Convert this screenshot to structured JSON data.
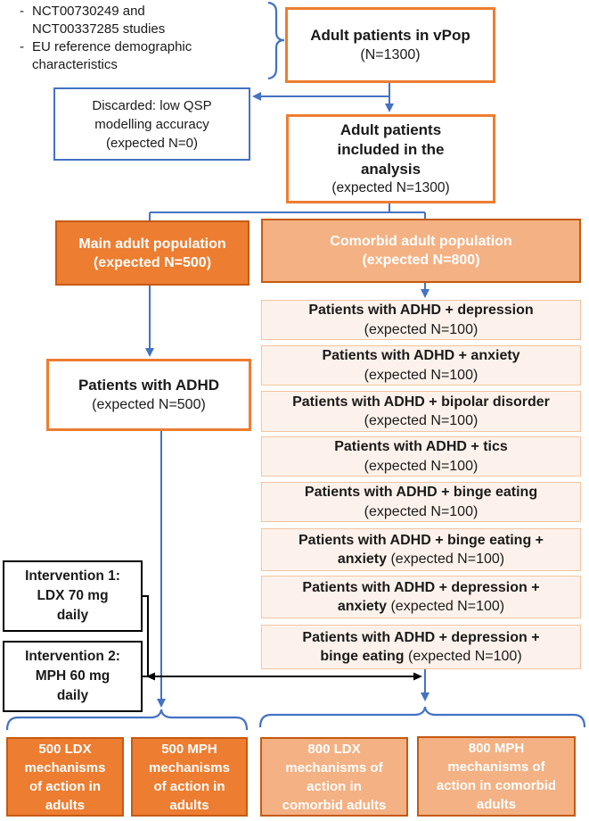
{
  "palette": {
    "orange_fill": "#ED7D31",
    "orange_border_dark": "#C55A11",
    "orange_light_fill": "#F4B183",
    "pale_fill": "#FDF2EB",
    "pale_border": "#F5C3A0",
    "blue": "#4472C4",
    "black": "#000000"
  },
  "notes": {
    "dash": "-",
    "items": [
      "NCT00730249 and\nNCT00337285 studies",
      "EU reference demographic\ncharacteristics"
    ]
  },
  "boxes": {
    "vpop": {
      "title": "Adult patients in vPop",
      "sub": "(N=1300)"
    },
    "discarded": {
      "text": "Discarded: low QSP\nmodelling accuracy\n(expected N=0)"
    },
    "included": {
      "title": "Adult patients\nincluded in the\nanalysis",
      "sub": "(expected N=1300)"
    },
    "main_pop": {
      "title": "Main adult population",
      "sub": "(expected N=500)"
    },
    "comorbid_pop": {
      "title": "Comorbid adult population",
      "sub": "(expected N=800)"
    },
    "adhd": {
      "title": "Patients with ADHD",
      "sub": "(expected N=500)"
    },
    "comorbidities": [
      {
        "bold": "Patients with ADHD + depression",
        "rest": "\n(expected N=100)"
      },
      {
        "bold": "Patients with ADHD + anxiety",
        "rest": "\n(expected N=100)"
      },
      {
        "bold": "Patients with ADHD + bipolar disorder",
        "rest": "\n(expected N=100)"
      },
      {
        "bold": "Patients with ADHD + tics",
        "rest": "\n(expected N=100)"
      },
      {
        "bold": "Patients with ADHD + binge eating",
        "rest": "\n(expected N=100)"
      },
      {
        "bold": "Patients with ADHD + binge eating +\nanxiety",
        "rest": "(expected N=100)"
      },
      {
        "bold": "Patients with ADHD + depression +\nanxiety",
        "rest": "(expected N=100)"
      },
      {
        "bold": "Patients with ADHD + depression +\nbinge eating",
        "rest": "(expected N=100)"
      }
    ],
    "interventions": [
      {
        "text": "Intervention 1:\nLDX 70 mg\ndaily"
      },
      {
        "text": "Intervention 2:\nMPH 60 mg\ndaily"
      }
    ],
    "outcomes": [
      {
        "text": "500 LDX\nmechanisms\nof action in\nadults"
      },
      {
        "text": "500 MPH\nmechanisms\nof action in\nadults"
      },
      {
        "text": "800 LDX\nmechanisms of\naction in\ncomorbid adults"
      },
      {
        "text": "800 MPH\nmechanisms of\naction in comorbid\nadults"
      }
    ]
  }
}
